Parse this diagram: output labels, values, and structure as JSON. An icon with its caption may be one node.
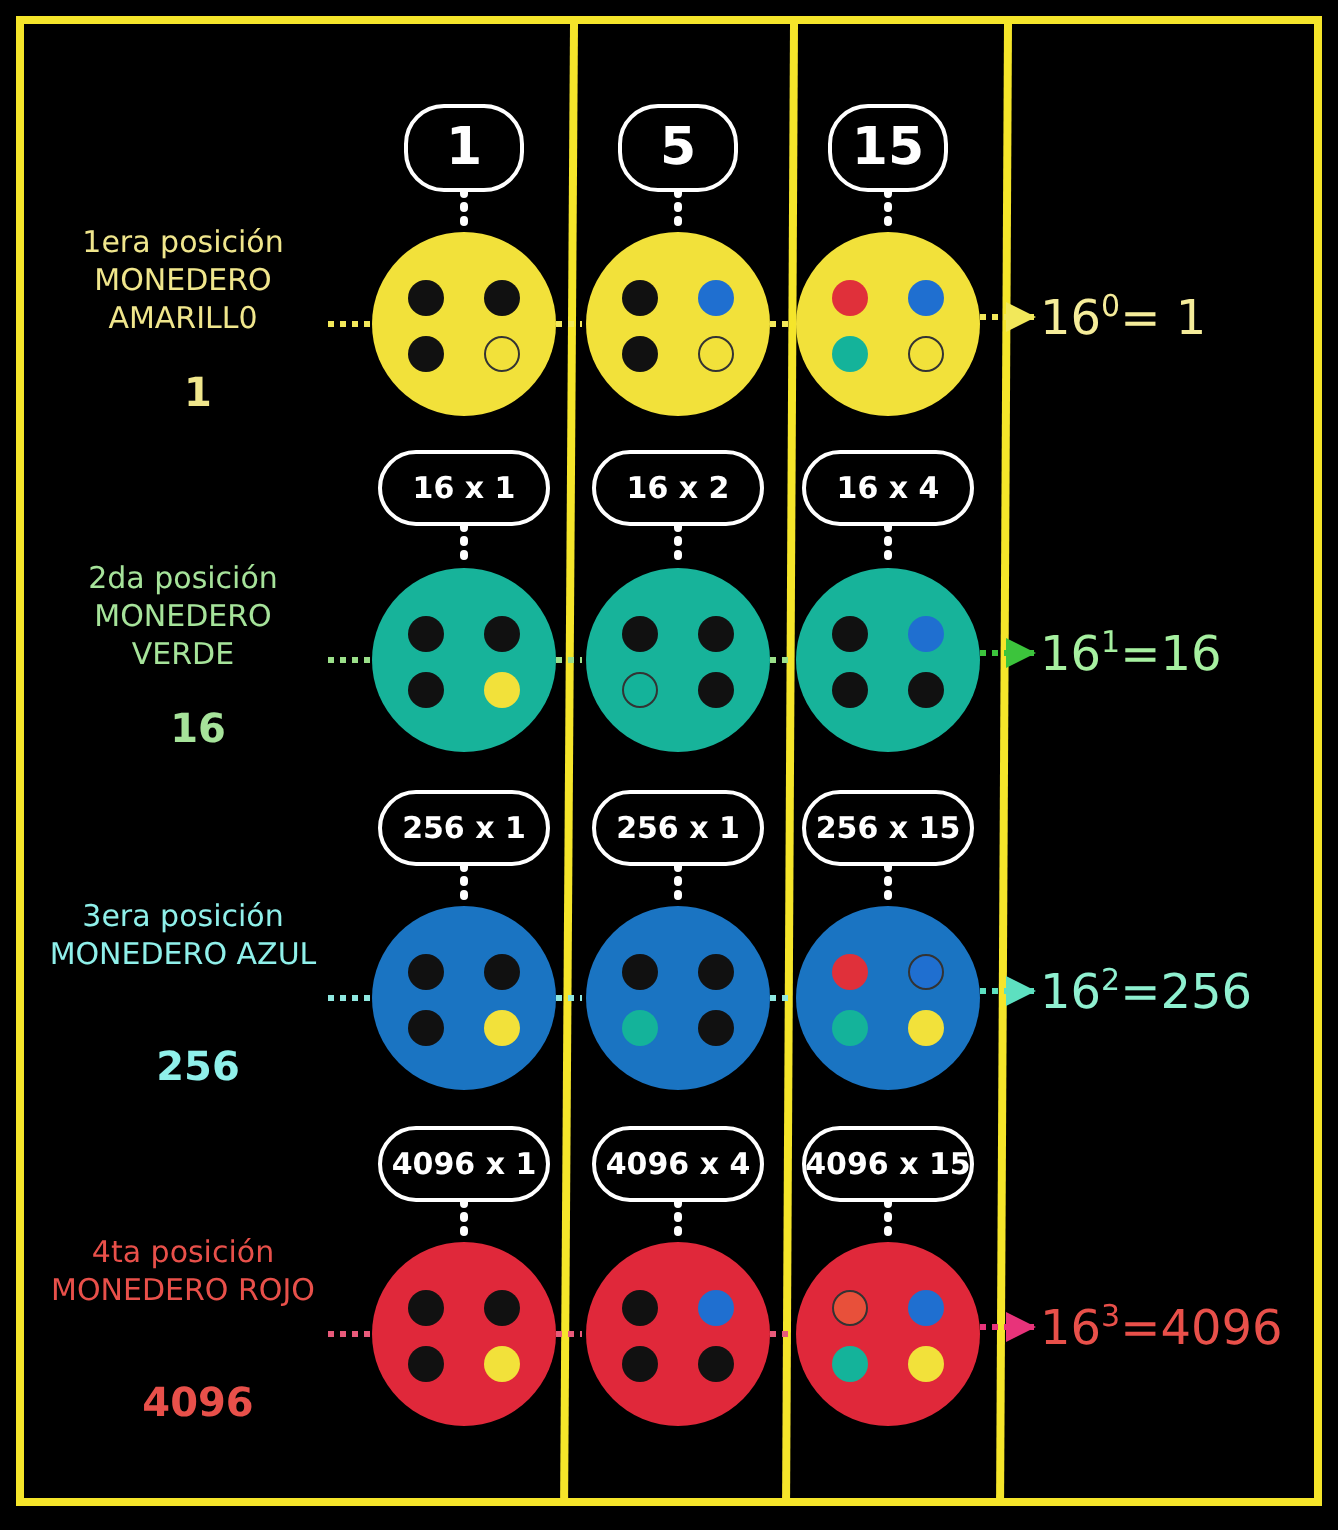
{
  "diagram": {
    "nodes": [
      {
        "text": [
          "1"
        ]
      },
      {
        "text": [
          "5"
        ]
      },
      {
        "text": [
          "15"
        ]
      },
      {
        "text": [],
        "shape": "circle"
      },
      {
        "text": [],
        "shape": "circle",
        "in": 3
      },
      {
        "text": [],
        "shape": "circle",
        "in": 3
      },
      {
        "text": [],
        "shape": "circle",
        "in": 3
      },
      {
        "text": [],
        "shape": "circle",
        "in": 3
      },
      {
        "text": [],
        "shape": "circle"
      },
      {
        "text": [],
        "shape": "circle",
        "in": 8
      },
      {
        "text": [],
        "shape": "circle",
        "in": 8
      },
      {
        "text": [],
        "shape": "circle",
        "in": 8
      },
      {
        "text": [],
        "shape": "circle",
        "in": 8
      },
      {
        "text": [],
        "shape": "circle"
      },
      {
        "text": [],
        "shape": "circle",
        "in": 13
      },
      {
        "text": [],
        "shape": "circle",
        "in": 13
      },
      {
        "text": [],
        "shape": "circle",
        "in": 13
      },
      {
        "text": [],
        "shape": "circle",
        "in": 13
      },
      {
        "text": [
          "16$^{0}$= 1"
        ]
      },
      {
        "text": [
          "16 x 1"
        ]
      },
      {
        "text": [
          "16 x 2"
        ]
      },
      {
        "text": [
          "16 x 4"
        ]
      },
      {
        "text": [],
        "shape": "circle"
      },
      {
        "text": [],
        "shape": "circle",
        "in": 22
      },
      {
        "text": [],
        "shape": "circle",
        "in": 22
      },
      {
        "text": [],
        "shape": "circle",
        "in": 22
      },
      {
        "text": [],
        "shape": "circle",
        "in": 22
      },
      {
        "text": [],
        "shape": "circle"
      },
      {
        "text": [],
        "shape": "circle",
        "in": 27
      },
      {
        "text": [],
        "shape": "circle",
        "in": 27
      },
      {
        "text": [],
        "shape": "circle",
        "in": 27
      },
      {
        "text": [],
        "shape": "circle",
        "in": 27
      },
      {
        "text": [],
        "shape": "circle"
      },
      {
        "text": [],
        "shape": "circle",
        "in": 32
      },
      {
        "text": [],
        "shape": "circle",
        "in": 32
      },
      {
        "text": [],
        "shape": "circle",
        "in": 32
      },
      {
        "text": [],
        "shape": "circle",
        "in": 32
      },
      {
        "text": [
          "16$^{1}$=16"
        ]
      },
      {
        "text": [
          "256 x 1"
        ]
      },
      {
        "text": [
          "256 x 1"
        ]
      },
      {
        "text": [
          "256 x 15"
        ]
      },
      {
        "text": [],
        "shape": "circle"
      },
      {
        "text": [],
        "shape": "circle",
        "in": 41
      },
      {
        "text": [],
        "shape": "circle",
        "in": 41
      },
      {
        "text": [],
        "shape": "circle",
        "in": 41
      },
      {
        "text": [],
        "shape": "circle",
        "in": 41
      },
      {
        "text": [],
        "shape": "circle"
      },
      {
        "text": [],
        "shape": "circle",
        "in": 46
      },
      {
        "text": [],
        "shape": "circle",
        "in": 46
      },
      {
        "text": [],
        "shape": "circle",
        "in": 46
      },
      {
        "text": [],
        "shape": "circle",
        "in": 46
      },
      {
        "text": [],
        "shape": "circle"
      },
      {
        "text": [],
        "shape": "circle",
        "in": 51
      },
      {
        "text": [],
        "shape": "circle",
        "in": 51
      },
      {
        "text": [],
        "shape": "circle",
        "in": 51
      },
      {
        "text": [],
        "shape": "circle",
        "in": 51
      },
      {
        "text": [
          "16$^{2}$=256"
        ]
      },
      {
        "text": [
          "4096 x 1"
        ]
      },
      {
        "text": [
          "4096 x 4"
        ]
      },
      {
        "text": [
          "4096 x 15"
        ]
      },
      {
        "text": [],
        "shape": "circle"
      },
      {
        "text": [],
        "shape": "circle",
        "in": 60
      },
      {
        "text": [],
        "shape": "circle",
        "in": 60
      },
      {
        "text": [],
        "shape": "circle",
        "in": 60
      },
      {
        "text": [],
        "shape": "circle",
        "in": 60
      },
      {
        "text": [],
        "shape": "circle"
      },
      {
        "text": [],
        "shape": "circle",
        "in": 65
      },
      {
        "text": [],
        "shape": "circle",
        "in": 65
      },
      {
        "text": [],
        "shape": "circle",
        "in": 65
      },
      {
        "text": [],
        "shape": "circle",
        "in": 65
      },
      {
        "text": [],
        "shape": "circle"
      },
      {
        "text": [],
        "shape": "circle",
        "in": 70
      },
      {
        "text": [],
        "shape": "circle",
        "in": 70
      },
      {
        "text": [],
        "shape": "circle",
        "in": 70
      },
      {
        "text": [],
        "shape": "circle",
        "in": 70
      },
      {
        "text": [
          "16$^{3}$=4096"
        ]
      }
    ],
    "edges": [
      {
        "from": 0,
        "to": 3,
        "arrow": "none"
      },
      {
        "from": 1,
        "to": 8,
        "arrow": "none"
      },
      {
        "from": 2,
        "to": 13,
        "arrow": "none"
      },
      {
        "from": null,
        "to": 3,
        "arrow": "none",
        "style": "dashed",
        "color": "#f2e85a"
      },
      {
        "from": 3,
        "to": 8,
        "arrow": "none",
        "style": "dashed",
        "color": "#f2e85a"
      },
      {
        "from": 8,
        "to": 13,
        "arrow": "none",
        "style": "dashed",
        "color": "#f2e85a"
      },
      {
        "from": 13,
        "to": 18,
        "arrow": "to",
        "style": "dashed",
        "color": "#f2e85a"
      },
      {
        "from": 19,
        "to": 22,
        "arrow": "none"
      },
      {
        "from": 20,
        "to": 27,
        "arrow": "none"
      },
      {
        "from": 21,
        "to": 32,
        "arrow": "none"
      },
      {
        "from": null,
        "to": 22,
        "arrow": "none",
        "style": "dashed",
        "color": "#9be08a"
      },
      {
        "from": 22,
        "to": 27,
        "arrow": "none",
        "style": "dashed",
        "color": "#9be08a"
      },
      {
        "from": 27,
        "to": 32,
        "arrow": "none",
        "style": "dashed",
        "color": "#9be08a"
      },
      {
        "from": 32,
        "to": 37,
        "arrow": "to",
        "style": "dashed",
        "color": "#3cc43c"
      },
      {
        "from": 38,
        "to": 41,
        "arrow": "none"
      },
      {
        "from": 39,
        "to": 46,
        "arrow": "none"
      },
      {
        "from": 40,
        "to": 51,
        "arrow": "none"
      },
      {
        "from": null,
        "to": 41,
        "arrow": "none",
        "style": "dashed",
        "color": "#8fe8e0"
      },
      {
        "from": 41,
        "to": 46,
        "arrow": "none",
        "style": "dashed",
        "color": "#8fe8e0"
      },
      {
        "from": 46,
        "to": 51,
        "arrow": "none",
        "style": "dashed",
        "color": "#8fe8e0"
      },
      {
        "from": 51,
        "to": 56,
        "arrow": "to",
        "style": "dashed",
        "color": "#5de0c0"
      },
      {
        "from": 57,
        "to": 60,
        "arrow": "none"
      },
      {
        "from": 58,
        "to": 65,
        "arrow": "none"
      },
      {
        "from": 59,
        "to": 70,
        "arrow": "none"
      },
      {
        "from": null,
        "to": 60,
        "arrow": "none",
        "style": "dashed",
        "color": "#e85a7a"
      },
      {
        "from": 60,
        "to": 65,
        "arrow": "none",
        "style": "dashed",
        "color": "#e85a7a"
      },
      {
        "from": 65,
        "to": 70,
        "arrow": "none",
        "style": "dashed",
        "color": "#e85a7a"
      },
      {
        "from": 70,
        "to": 75,
        "arrow": "to",
        "style": "dashed",
        "color": "#e8337a"
      }
    ],
    "labels": [
      "1era posición MONEDERO AMARILL0",
      "1",
      "2da posición MONEDERO VERDE",
      "16",
      "3era posición MONEDERO AZUL",
      "256",
      "4ta posición MONEDERO ROJO",
      "4096"
    ]
  }
}
